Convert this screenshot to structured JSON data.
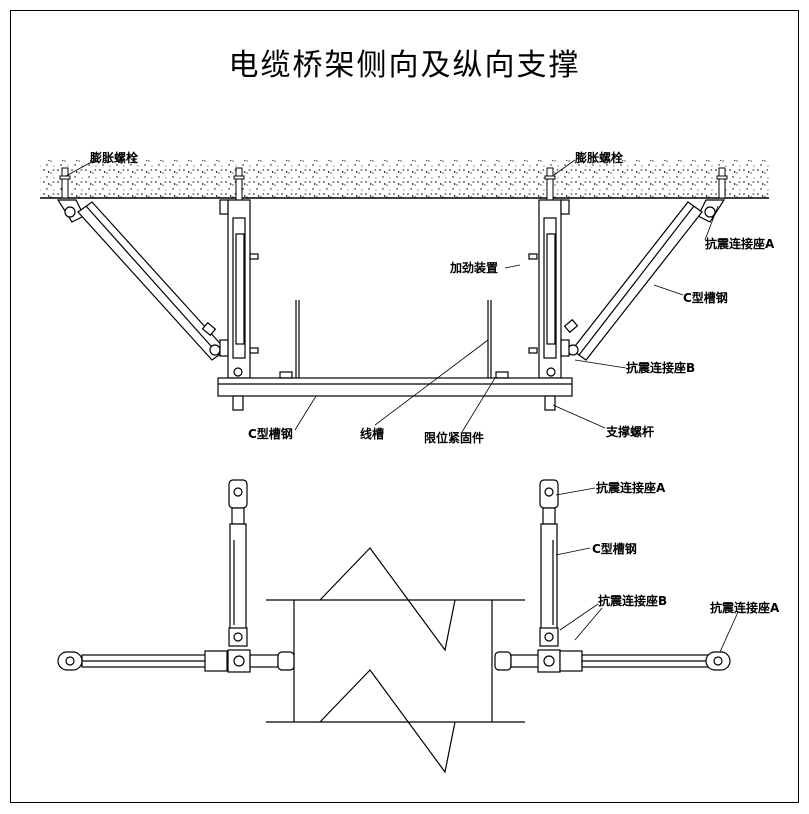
{
  "title": "电缆桥架侧向及纵向支撑",
  "labels": {
    "expansion_bolt_left": "膨胀螺栓",
    "expansion_bolt_right": "膨胀螺栓",
    "seat_a_top": "抗震连接座A",
    "stiffener": "加劲装置",
    "c_channel_right": "C型槽钢",
    "seat_b_top": "抗震连接座B",
    "c_channel_bottom": "C型槽钢",
    "cable_tray": "线槽",
    "limit_fastener": "限位紧固件",
    "support_rod": "支撑螺杆",
    "seat_a_plan": "抗震连接座A",
    "c_channel_plan": "C型槽钢",
    "seat_b_plan": "抗震连接座B",
    "seat_a_plan_right": "抗震连接座A"
  }
}
